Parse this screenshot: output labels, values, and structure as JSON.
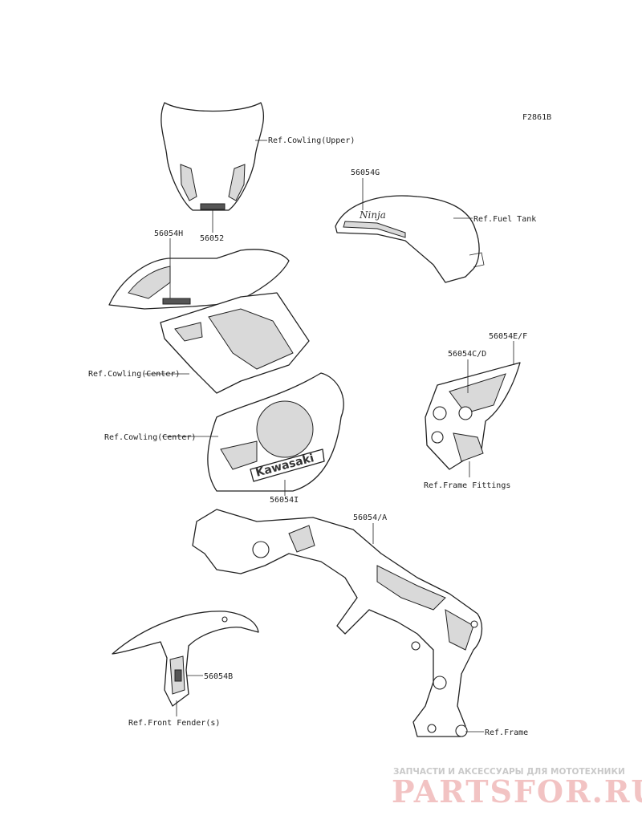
{
  "diagram_code": "F2861B",
  "labels": {
    "cowling_upper_ref": "Ref.Cowling(Upper)",
    "part_56052": "56052",
    "part_56054G": "56054G",
    "fuel_tank_ref": "Ref.Fuel Tank",
    "part_56054H": "56054H",
    "cowling_center_ref_1": "Ref.Cowling(Center)",
    "cowling_center_ref_2": "Ref.Cowling(Center)",
    "part_56054EF": "56054E/F",
    "part_56054CD": "56054C/D",
    "frame_fittings_ref": "Ref.Frame Fittings",
    "part_56054I": "56054I",
    "part_56054A": "56054/A",
    "part_56054B": "56054B",
    "front_fender_ref": "Ref.Front Fender(s)",
    "frame_ref": "Ref.Frame"
  },
  "decals": {
    "kawasaki": "Kawasaki",
    "ninja": "Ninja"
  },
  "watermark": {
    "tagline": "ЗАПЧАСТИ И АКСЕССУАРЫ ДЛЯ МОТОТЕХНИКИ",
    "brand": "PARTSFOR.RU",
    "color": "#f2c3c3"
  }
}
